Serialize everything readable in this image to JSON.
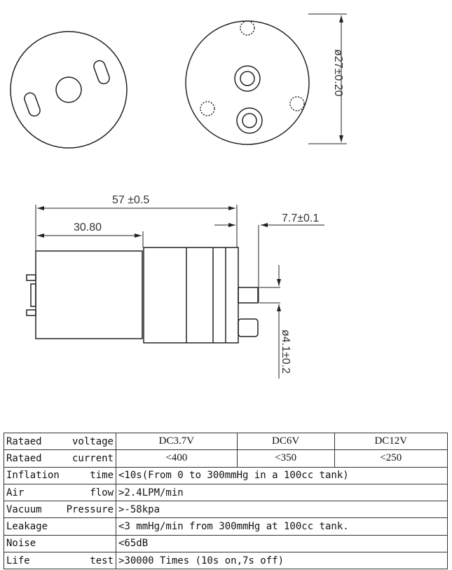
{
  "drawing": {
    "diameter_label": "ø27±0.20",
    "length_label": "57 ±0.5",
    "motor_length_label": "30.80",
    "port_offset_label": "7.7±0.1",
    "port_diameter_label": "ø4.1±0.2"
  },
  "specs": {
    "voltage": {
      "label_a": "Rataed",
      "label_b": "voltage",
      "values": [
        "DC3.7V",
        "DC6V",
        "DC12V"
      ]
    },
    "current": {
      "label_a": "Rataed",
      "label_b": "current",
      "values": [
        "<400",
        "<350",
        "<250"
      ]
    },
    "inflation": {
      "label_a": "Inflation",
      "label_b": "time",
      "value": "<10s(From 0 to 300mmHg in a 100cc tank)"
    },
    "airflow": {
      "label_a": "Air",
      "label_b": "flow",
      "value": ">2.4LPM/min"
    },
    "vacuum": {
      "label_a": "Vacuum",
      "label_b": "Pressure",
      "value": ">-58kpa"
    },
    "leakage": {
      "label_a": "Leakage",
      "label_b": "",
      "value": "<3 mmHg/min from 300mmHg at 100cc tank."
    },
    "noise": {
      "label_a": "Noise",
      "label_b": "",
      "value": "<65dB"
    },
    "life": {
      "label_a": "Life",
      "label_b": "test",
      "value": ">30000 Times (10s on,7s off)"
    }
  }
}
